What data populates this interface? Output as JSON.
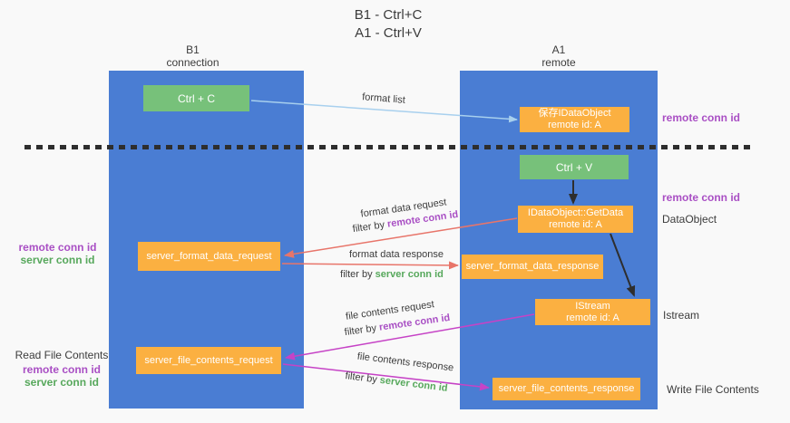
{
  "title": {
    "line1": "B1 - Ctrl+C",
    "line2": "A1 - Ctrl+V"
  },
  "lifelines": {
    "left": {
      "name": "B1",
      "role": "connection"
    },
    "right": {
      "name": "A1",
      "role": "remote"
    }
  },
  "nodes": {
    "ctrl_c": {
      "label": "Ctrl + C"
    },
    "save_dataobject": {
      "line1": "保存IDataObject",
      "line2": "remote id: A"
    },
    "ctrl_v": {
      "label": "Ctrl + V"
    },
    "getdata": {
      "line1": "IDataObject::GetData",
      "line2": "remote id: A"
    },
    "format_request": {
      "label": "server_format_data_request"
    },
    "format_response": {
      "label": "server_format_data_response"
    },
    "istream": {
      "line1": "IStream",
      "line2": "remote id: A"
    },
    "file_request": {
      "label": "server_file_contents_request"
    },
    "file_response": {
      "label": "server_file_contents_response"
    }
  },
  "arrow_labels": {
    "format_list": "format list",
    "format_data_request": "format data request",
    "filter_remote_1": {
      "prefix": "filter by ",
      "highlight": "remote conn id"
    },
    "format_data_response": "format data response",
    "filter_server_1": {
      "prefix": "filter by ",
      "highlight": "server conn id"
    },
    "file_contents_request": "file contents request",
    "filter_remote_2": {
      "prefix": "filter by ",
      "highlight": "remote conn id"
    },
    "file_contents_response": "file contents response",
    "filter_server_2": {
      "prefix": "filter by ",
      "highlight": "server conn id"
    }
  },
  "annotations": {
    "right_remote_conn_top": "remote conn id",
    "right_remote_conn_mid": "remote conn id",
    "dataobject": "DataObject",
    "istream": "Istream",
    "write_file": "Write File Contents",
    "left_mid": {
      "remote": "remote conn id",
      "server": "server conn id"
    },
    "left_bottom": {
      "title": "Read File Contents",
      "remote": "remote conn id",
      "server": "server conn id"
    }
  },
  "colors": {
    "column_blue": "#4a7dd3",
    "box_green": "#77c17a",
    "box_orange": "#fbb041",
    "purple_text": "#a94fc4",
    "green_text": "#57a85c",
    "arrow_red": "#e8756a",
    "arrow_magenta": "#c643c6",
    "arrow_light_blue": "#a8d0ee",
    "arrow_black": "#2e2e2e"
  }
}
